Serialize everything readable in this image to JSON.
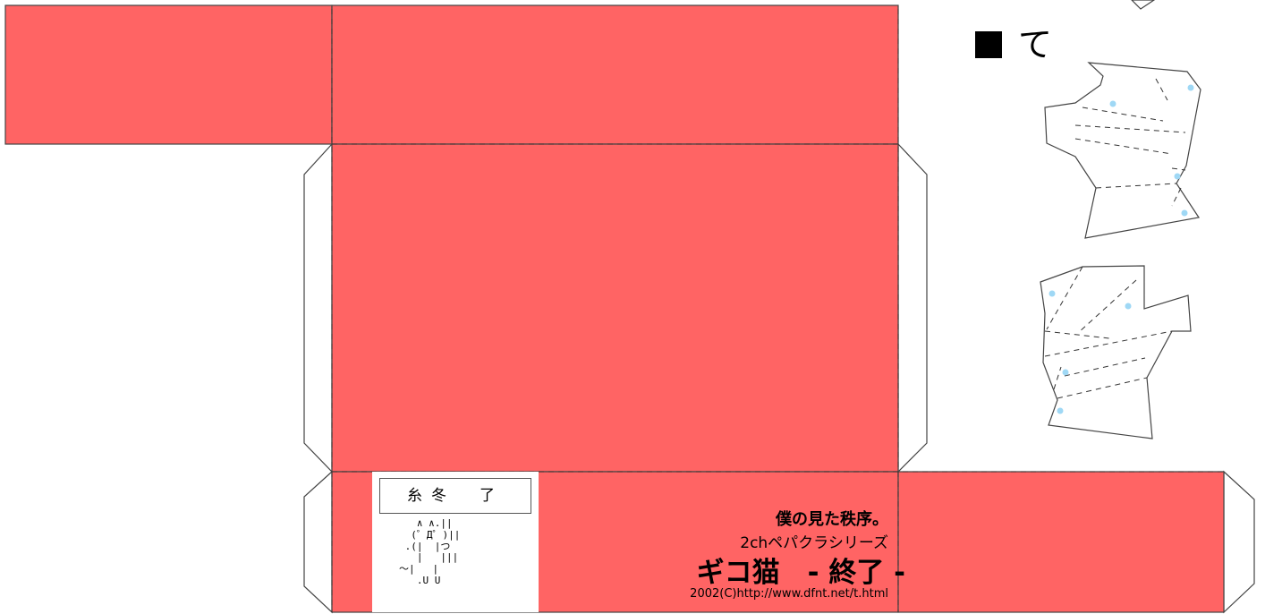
{
  "section_label": "て",
  "sign_text": "糸冬　了",
  "ascii_art_lines": [
    "   ∧ ∧.||",
    "  (゜Д゜)||",
    " .(|  |つ",
    "   |   |||",
    "～|   |",
    "   .U U"
  ],
  "credits": {
    "line1": "僕の見た秩序。",
    "line2": "2chペパクラシリーズ",
    "line3": "ギコ猫　- 終了 -",
    "line4": "2002(C)http://www.dfnt.net/t.html"
  },
  "colors": {
    "panel_fill": "#ff6464",
    "outline": "#444444",
    "fold_line": "#333333",
    "glue_dot": "#9fd8f5",
    "background": "#ffffff"
  }
}
